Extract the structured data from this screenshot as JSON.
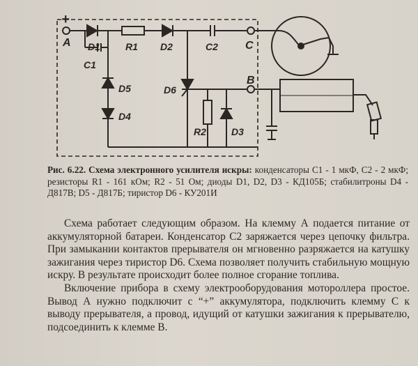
{
  "figure": {
    "labels": {
      "plus": "+",
      "A": "A",
      "B": "B",
      "C": "C",
      "D1": "D1",
      "R1": "R1",
      "D2": "D2",
      "C2": "C2",
      "C1": "C1",
      "D5": "D5",
      "D4": "D4",
      "D6": "D6",
      "R2": "R2",
      "D3": "D3"
    }
  },
  "caption": {
    "title": "Рис. 6.22. Схема электронного усилителя искры:",
    "text": "конденсаторы С1 - 1 мкФ, С2 - 2 мкФ; резисторы R1 - 161 кОм; R2 - 51 Ом; диоды D1, D2, D3 - КД105Б; стабилитроны D4 - Д817В; D5 - Д817Б; тиристор D6 - КУ201И"
  },
  "body": {
    "paragraph1": "Схема работает следующим образом. На клемму А подается питание от аккумуляторной батареи. Конденсатор С2 заряжается через цепочку фильтра. При замыкании контактов прерывателя он мгновенно разряжается на катушку зажигания через тиристор D6. Схема позволяет получить стабильную мощную искру. В результате происходит более полное сгорание топлива.",
    "paragraph2": "Включение прибора в схему электрооборудования мотороллера простое. Вывод А нужно подключит с “+” аккумулятора, подключить клемму С к выводу прерывателя, а провод, идущий от катушки зажигания к прерывателю, подсоединить к клемме В."
  }
}
